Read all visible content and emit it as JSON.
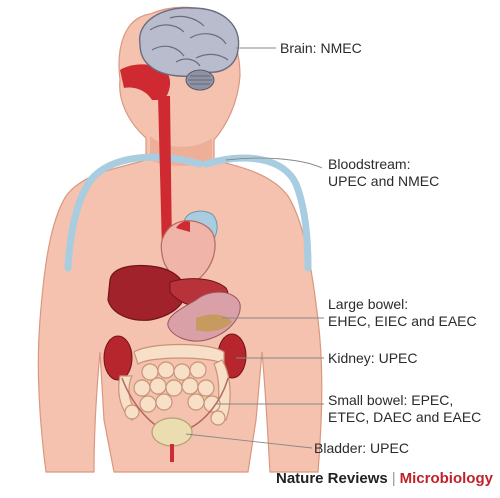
{
  "labels": {
    "brain": "Brain: NMEC",
    "bloodstream_1": "Bloodstream:",
    "bloodstream_2": "UPEC and NMEC",
    "large_bowel_1": "Large bowel:",
    "large_bowel_2": "EHEC, EIEC and EAEC",
    "kidney": "Kidney: UPEC",
    "small_bowel_1": "Small bowel: EPEC,",
    "small_bowel_2": "ETEC, DAEC and EAEC",
    "bladder": "Bladder: UPEC"
  },
  "credit": {
    "journal": "Nature Reviews",
    "separator": "|",
    "section": "Microbiology"
  },
  "colors": {
    "skin": "#f4c2ae",
    "skin_outline": "#d99880",
    "vessel": "#cf2a31",
    "artery_blue": "#a9cde0",
    "brain": "#b9bccd",
    "liver": "#a1222a",
    "bladder": "#ecdcb2",
    "credit_accent": "#c0222a"
  }
}
